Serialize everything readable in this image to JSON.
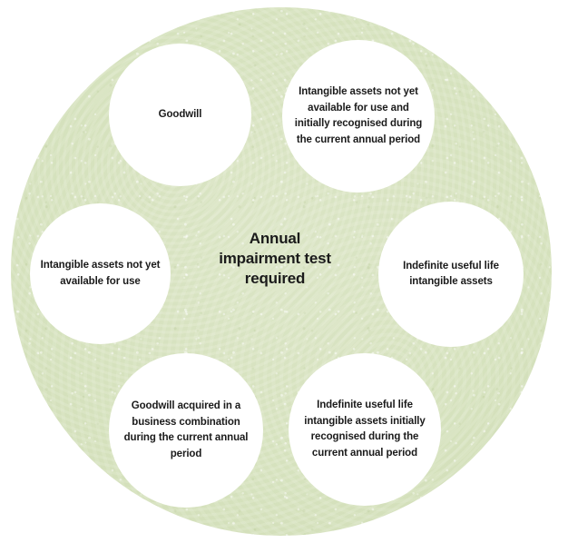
{
  "diagram": {
    "title": "Annual impairment test required",
    "background_color": "#ffffff",
    "disc_color": "#dbe5c5",
    "bubble_color": "#ffffff",
    "text_color": "#1b1b1b",
    "center": {
      "line1": "Annual",
      "line2": "impairment test",
      "line3": "required"
    },
    "bubbles": [
      {
        "id": "goodwill",
        "label": "Goodwill",
        "position": "top-left"
      },
      {
        "id": "intangible-assets-not-yet-available-initially-recognised",
        "label": "Intangible assets not yet available for use and initially recognised during the current annual period",
        "position": "top-right"
      },
      {
        "id": "intangible-assets-not-yet-available",
        "label": "Intangible assets not yet available for use",
        "position": "left"
      },
      {
        "id": "indefinite-useful-life-intangible-assets",
        "label": "Indefinite useful life intangible assets",
        "position": "right"
      },
      {
        "id": "goodwill-acquired-business-combination",
        "label": "Goodwill acquired in a business combination during the current annual period",
        "position": "bottom-left"
      },
      {
        "id": "indefinite-useful-life-initially-recognised",
        "label": "Indefinite useful life intangible assets initially recognised during the current annual period",
        "position": "bottom-right"
      }
    ]
  }
}
